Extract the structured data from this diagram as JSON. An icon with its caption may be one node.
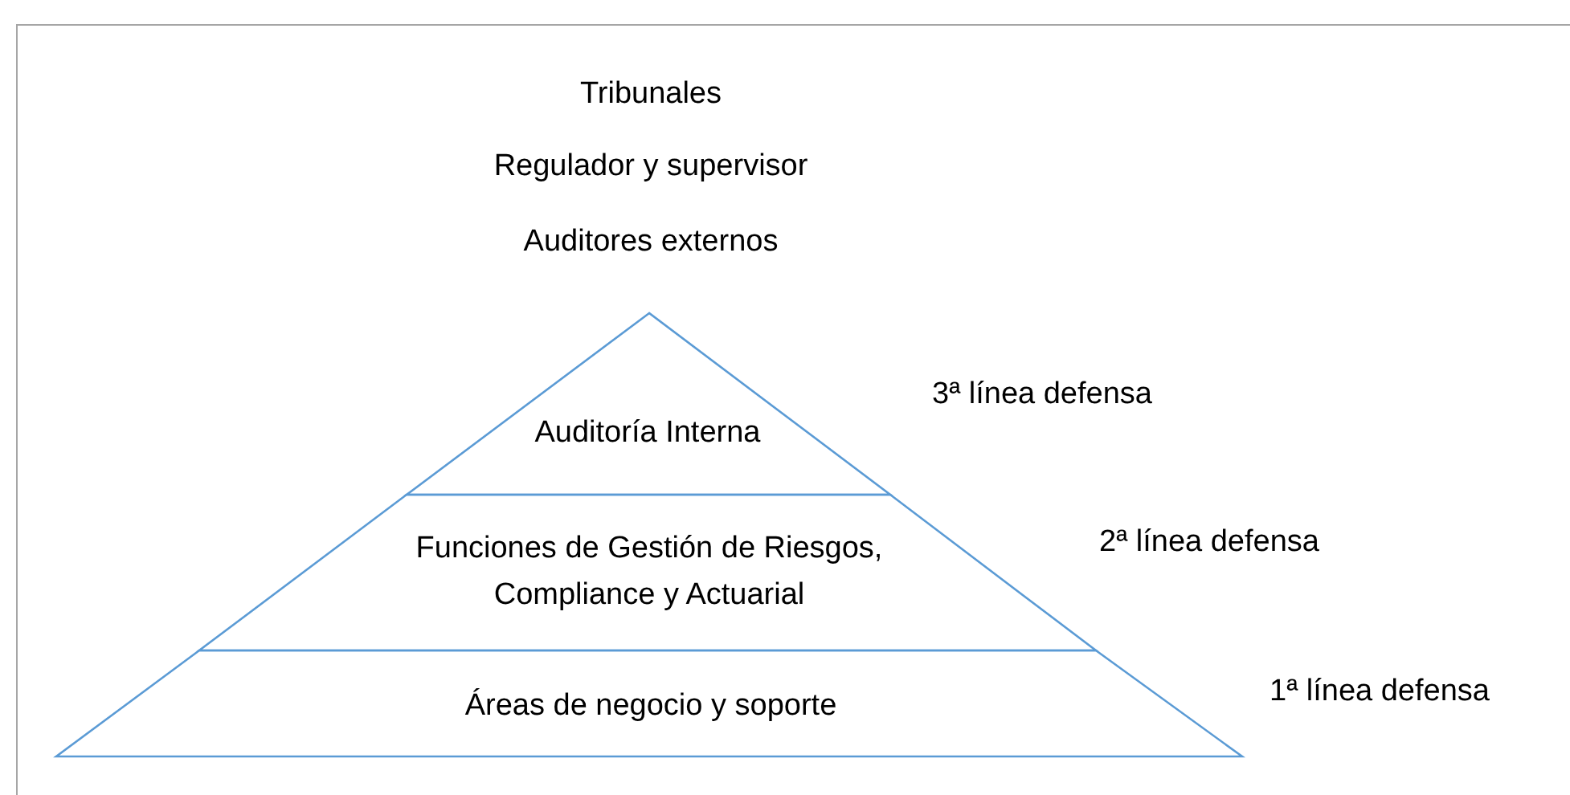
{
  "diagram": {
    "nodes": [
      {
        "text": [
          "Auditoría Interna"
        ],
        "beside": [
          "3ª línea defensa"
        ]
      },
      {
        "text": [
          "Funciones de Gestión de Riesgos, Compliance y Actuarial"
        ],
        "beside": [
          "2ª línea defensa"
        ]
      },
      {
        "text": [
          "Áreas de negocio y soporte"
        ],
        "beside": [
          "1ª línea defensa"
        ]
      }
    ],
    "edges": [],
    "labels": [
      "Tribunales",
      "Regulador y supervisor",
      "Auditores externos"
    ]
  }
}
